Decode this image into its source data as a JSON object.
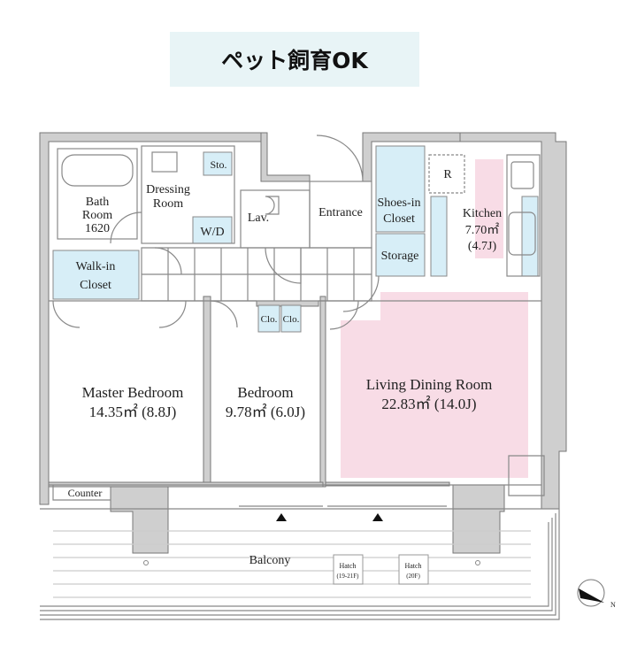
{
  "banner": {
    "label": "ペット飼育OK"
  },
  "colors": {
    "wall": "#cfcfcf",
    "storage": "#d7eef7",
    "living": "#f8dce6",
    "banner": "#e8f4f6"
  },
  "rooms": {
    "bath": {
      "l1": "Bath",
      "l2": "Room",
      "l3": "1620"
    },
    "dressing": {
      "l1": "Dressing",
      "l2": "Room"
    },
    "sto": "Sto.",
    "wd": "W/D",
    "lav": "Lav.",
    "entrance": "Entrance",
    "shoes": {
      "l1": "Shoes-in",
      "l2": "Closet"
    },
    "storage": "Storage",
    "fridge": "R",
    "kitchen": {
      "l1": "Kitchen",
      "l2": "7.70㎡",
      "l3": "(4.7J)"
    },
    "walkin": {
      "l1": "Walk-in",
      "l2": "Closet"
    },
    "master": {
      "l1": "Master Bedroom",
      "l2": "14.35㎡ (8.8J)"
    },
    "bedroom": {
      "l1": "Bedroom",
      "l2": "9.78㎡ (6.0J)"
    },
    "clo1": "Clo.",
    "clo2": "Clo.",
    "ldr": {
      "l1": "Living Dining Room",
      "l2": "22.83㎡ (14.0J)"
    },
    "counter": "Counter",
    "balcony": "Balcony",
    "hatch1": {
      "l1": "Hatch",
      "l2": "(19-21F)"
    },
    "hatch2": {
      "l1": "Hatch",
      "l2": "(20F)"
    }
  },
  "compass": {
    "label": "N"
  }
}
